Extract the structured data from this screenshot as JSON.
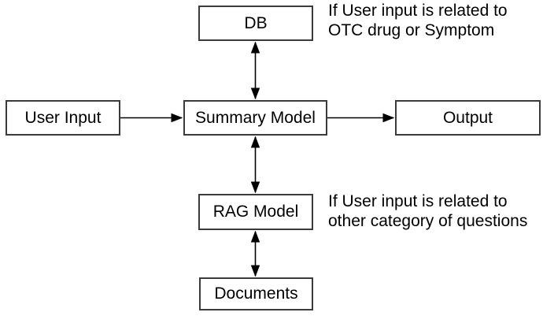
{
  "diagram": {
    "nodes": [
      {
        "id": "db",
        "label": "DB"
      },
      {
        "id": "user-input",
        "label": "User Input"
      },
      {
        "id": "summary-model",
        "label": "Summary Model"
      },
      {
        "id": "output",
        "label": "Output"
      },
      {
        "id": "rag-model",
        "label": "RAG Model"
      },
      {
        "id": "documents",
        "label": "Documents"
      }
    ],
    "annotations": [
      {
        "id": "db-condition",
        "line1": "If User input is related to",
        "line2": "OTC drug or Symptom"
      },
      {
        "id": "rag-condition",
        "line1": "If User input is related to",
        "line2": "other category of questions"
      }
    ],
    "edges": [
      {
        "from": "db",
        "to": "summary-model",
        "direction": "bidirectional"
      },
      {
        "from": "user-input",
        "to": "summary-model",
        "direction": "forward"
      },
      {
        "from": "summary-model",
        "to": "output",
        "direction": "forward"
      },
      {
        "from": "summary-model",
        "to": "rag-model",
        "direction": "bidirectional"
      },
      {
        "from": "rag-model",
        "to": "documents",
        "direction": "bidirectional"
      }
    ],
    "colors": {
      "background": "#ffffff",
      "node_border": "#3b3b3b",
      "node_fill": "#ffffff",
      "text": "#000000",
      "arrow": "#000000"
    }
  }
}
